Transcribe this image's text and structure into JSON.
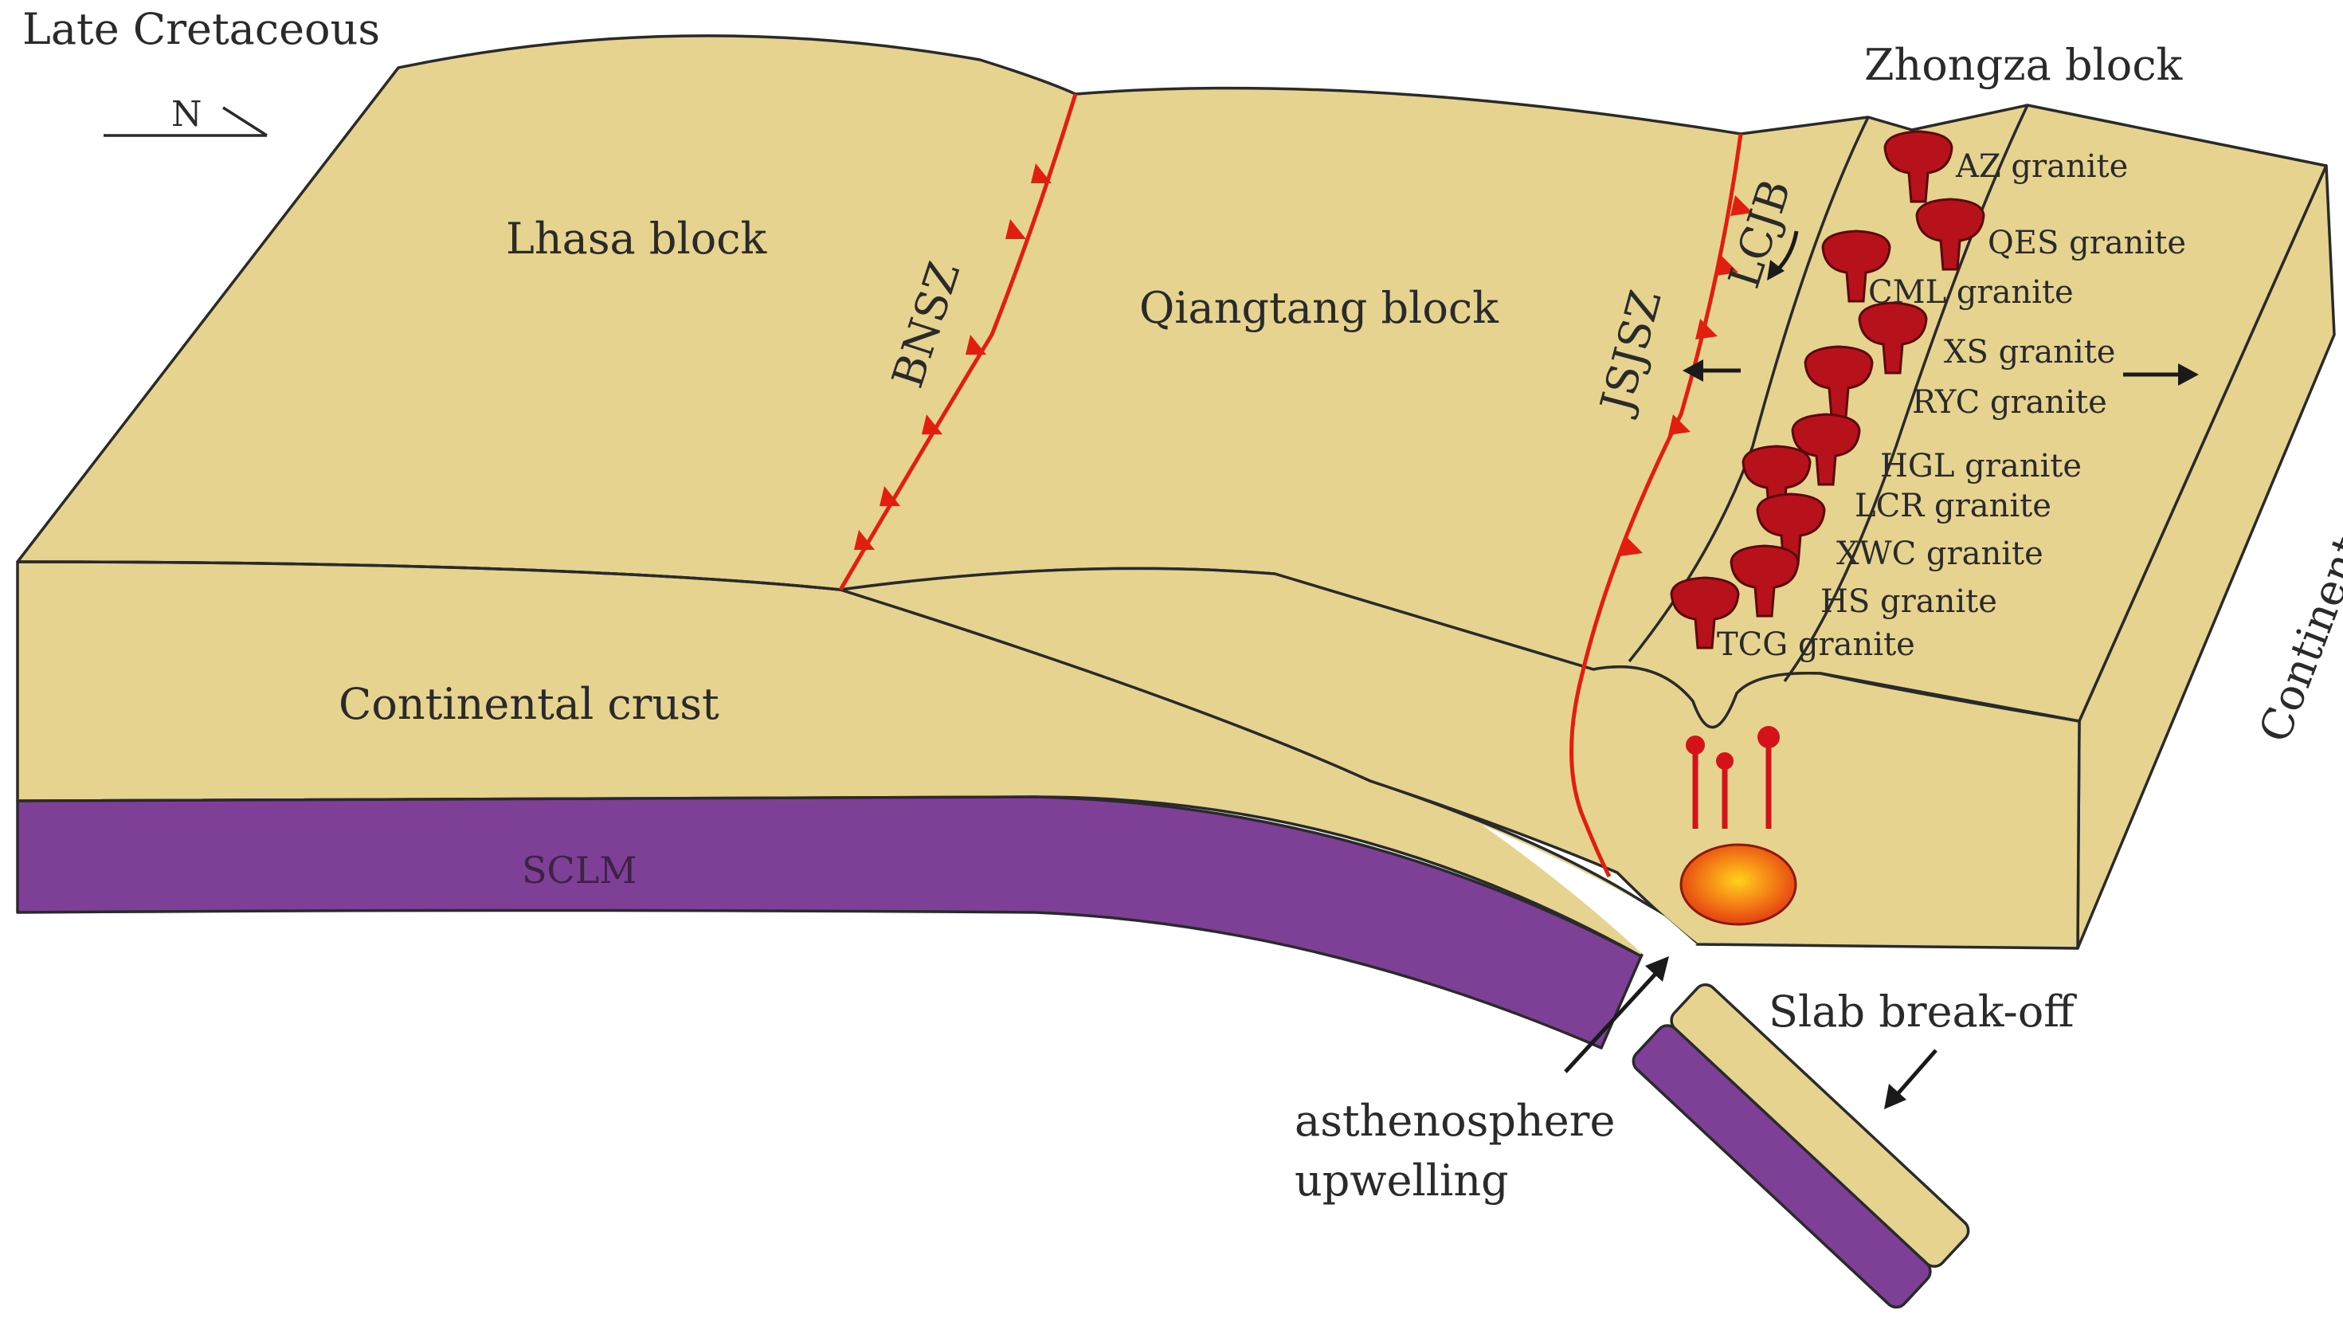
{
  "title": "Late Cretaceous",
  "north_arrow_label": "N",
  "blocks": {
    "lhasa": "Lhasa block",
    "qiangtang": "Qiangtang block",
    "zhongza": "Zhongza block"
  },
  "sutures": {
    "bnsz": "BNSZ",
    "jsjsz": "JSJSZ",
    "lcjb": "LCJB"
  },
  "layers": {
    "crust_left": "Continental crust",
    "crust_right": "Continental crust",
    "sclm": "SCLM"
  },
  "granites": [
    "AZ granite",
    "QES granite",
    "CML granite",
    "XS granite",
    "RYC granite",
    "HGL granite",
    "LCR granite",
    "XWC granite",
    "HS granite",
    "TCG granite"
  ],
  "processes": {
    "slab_breakoff": "Slab break-off",
    "asthenosphere_line1": "asthenosphere",
    "asthenosphere_line2": "upwelling"
  },
  "colors": {
    "crust": "#e5d38f",
    "sclm": "#7e3f97",
    "suture": "#e01f10",
    "granite": "#b7121b"
  }
}
